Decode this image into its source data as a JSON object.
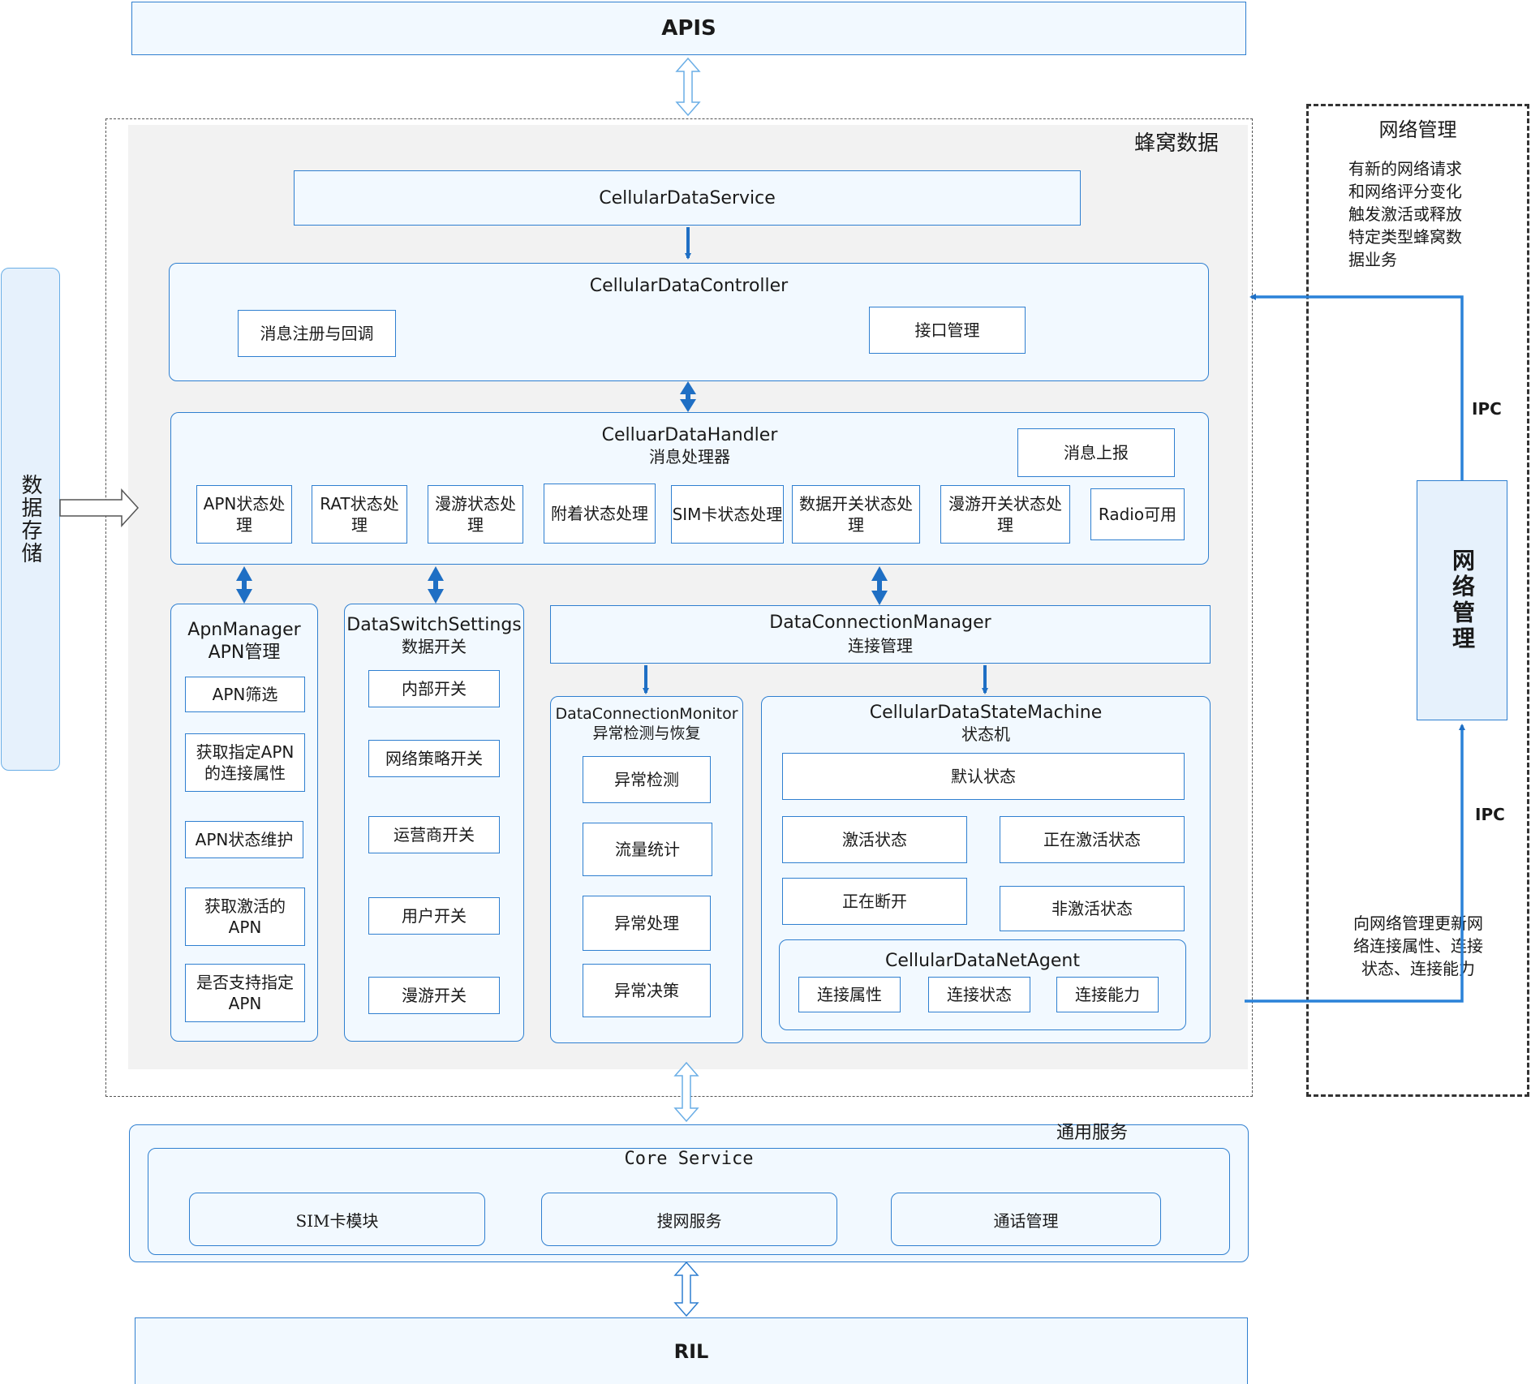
{
  "apis": "APIS",
  "ril": "RIL",
  "cellular": {
    "label": "蜂窝数据",
    "service": "CellularDataService",
    "controller": {
      "title": "CellularDataController",
      "msg_register": "消息注册与回调",
      "interface_mgmt": "接口管理"
    },
    "handler": {
      "title_en": "CelluarDataHandler",
      "title_zh": "消息处理器",
      "msg_report": "消息上报",
      "items": [
        "APN状态处理",
        "RAT状态处理",
        "漫游状态处理",
        "附着状态处理",
        "SIM卡状态处理",
        "数据开关状态处理",
        "漫游开关状态处理",
        "Radio可用"
      ]
    },
    "apn_manager": {
      "title_en": "ApnManager",
      "title_zh": "APN管理",
      "items": [
        "APN筛选",
        "获取指定APN的连接属性",
        "APN状态维护",
        "获取激活的APN",
        "是否支持指定APN"
      ]
    },
    "switch_settings": {
      "title_en": "DataSwitchSettings",
      "title_zh": "数据开关",
      "items": [
        "内部开关",
        "网络策略开关",
        "运营商开关",
        "用户开关",
        "漫游开关"
      ]
    },
    "conn_manager": {
      "title_en": "DataConnectionManager",
      "title_zh": "连接管理"
    },
    "monitor": {
      "title_en": "DataConnectionMonitor",
      "title_zh": "异常检测与恢复",
      "items": [
        "异常检测",
        "流量统计",
        "异常处理",
        "异常决策"
      ]
    },
    "state_machine": {
      "title_en": "CellularDataStateMachine",
      "title_zh": "状态机",
      "default_state": "默认状态",
      "states": [
        "激活状态",
        "正在激活状态",
        "正在断开",
        "非激活状态"
      ]
    },
    "net_agent": {
      "title": "CellularDataNetAgent",
      "items": [
        "连接属性",
        "连接状态",
        "连接能力"
      ]
    }
  },
  "data_storage": "数据存储",
  "network_mgmt": {
    "label": "网络管理",
    "box_label": "网络管理",
    "desc_top": "有新的网络请求和网络评分变化触发激活或释放特定类型蜂窝数据业务",
    "desc_bottom": "向网络管理更新网络连接属性、连接状态、连接能力",
    "ipc_top": "IPC",
    "ipc_bottom": "IPC"
  },
  "core": {
    "label": "通用服务",
    "title": "Core Service",
    "items": [
      "SIM卡模块",
      "搜网服务",
      "通话管理"
    ]
  }
}
